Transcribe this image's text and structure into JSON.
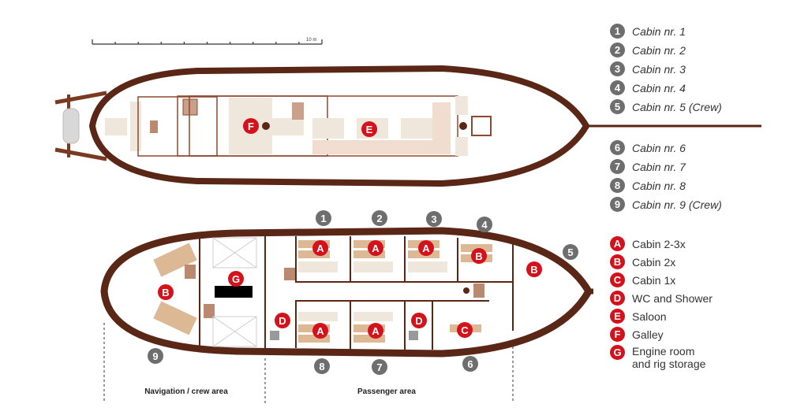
{
  "scale_label": "10 m",
  "colors": {
    "hull": "#5a2616",
    "marker_red": "#d3121b",
    "marker_gray": "#6e6e6e",
    "furniture": "#efe6dc",
    "bunk": "#ddb895"
  },
  "deck_markers": {
    "top": [
      "F",
      "E"
    ],
    "bottom": [
      "A",
      "A",
      "A",
      "B",
      "B",
      "G",
      "B",
      "D",
      "A",
      "A",
      "D",
      "C"
    ],
    "cabin_numbers": [
      "1",
      "2",
      "3",
      "4",
      "5",
      "6",
      "7",
      "8",
      "9"
    ]
  },
  "areas": {
    "navigation": "Navigation / crew area",
    "passenger": "Passenger area"
  },
  "legend_numbers": [
    {
      "key": "1",
      "label": "Cabin nr. 1"
    },
    {
      "key": "2",
      "label": "Cabin nr. 2"
    },
    {
      "key": "3",
      "label": "Cabin nr. 3"
    },
    {
      "key": "4",
      "label": "Cabin nr. 4"
    },
    {
      "key": "5",
      "label": "Cabin nr. 5 (Crew)"
    },
    {
      "key": "6",
      "label": "Cabin nr. 6"
    },
    {
      "key": "7",
      "label": "Cabin nr. 7"
    },
    {
      "key": "8",
      "label": "Cabin nr. 8"
    },
    {
      "key": "9",
      "label": "Cabin nr. 9 (Crew)"
    }
  ],
  "legend_letters": [
    {
      "key": "A",
      "label": "Cabin 2-3x"
    },
    {
      "key": "B",
      "label": "Cabin 2x"
    },
    {
      "key": "C",
      "label": "Cabin 1x"
    },
    {
      "key": "D",
      "label": "WC and Shower"
    },
    {
      "key": "E",
      "label": "Saloon"
    },
    {
      "key": "F",
      "label": "Galley"
    },
    {
      "key": "G",
      "label": "Engine room",
      "label2": "and rig storage"
    }
  ]
}
